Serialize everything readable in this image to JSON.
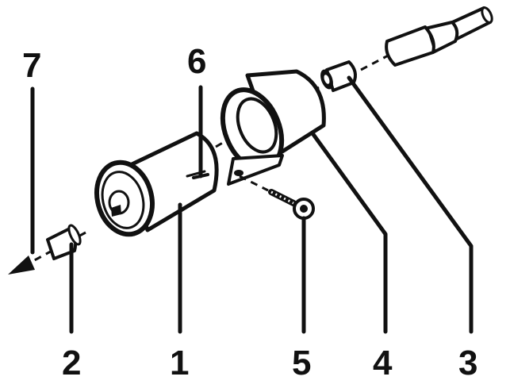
{
  "diagram": {
    "labels": {
      "item1": "1",
      "item2": "2",
      "item3": "3",
      "item4": "4",
      "item5": "5",
      "item6": "6",
      "item7": "7"
    },
    "colors": {
      "ink": "#111111",
      "paper": "#ffffff"
    }
  }
}
